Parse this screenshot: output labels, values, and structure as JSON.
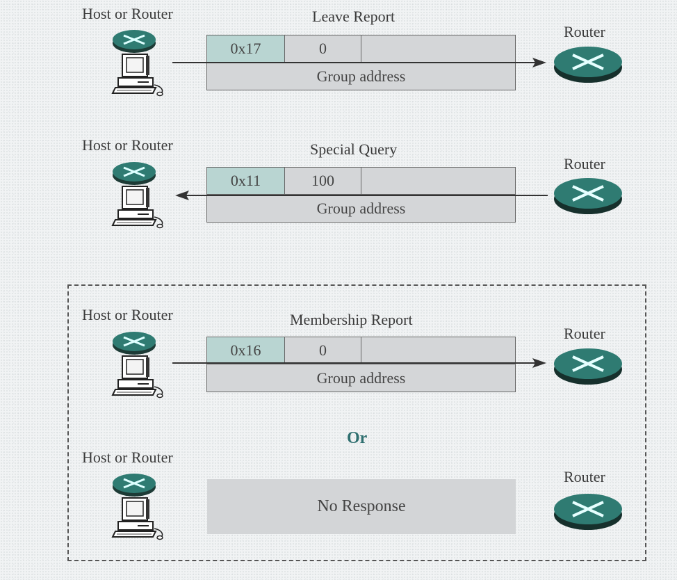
{
  "left_device_label": "Host or Router",
  "right_device_label": "Router",
  "scenarios": [
    {
      "title": "Leave Report",
      "type": "0x17",
      "code": "0",
      "address": "Group address"
    },
    {
      "title": "Special Query",
      "type": "0x11",
      "code": "100",
      "address": "Group address"
    },
    {
      "title": "Membership Report",
      "type": "0x16",
      "code": "0",
      "address": "Group address"
    }
  ],
  "alternative": "Or",
  "no_response": "No Response",
  "colors": {
    "type_field": "#b9d5d2",
    "router": "#2f7b72",
    "field": "#d4d6d8"
  }
}
